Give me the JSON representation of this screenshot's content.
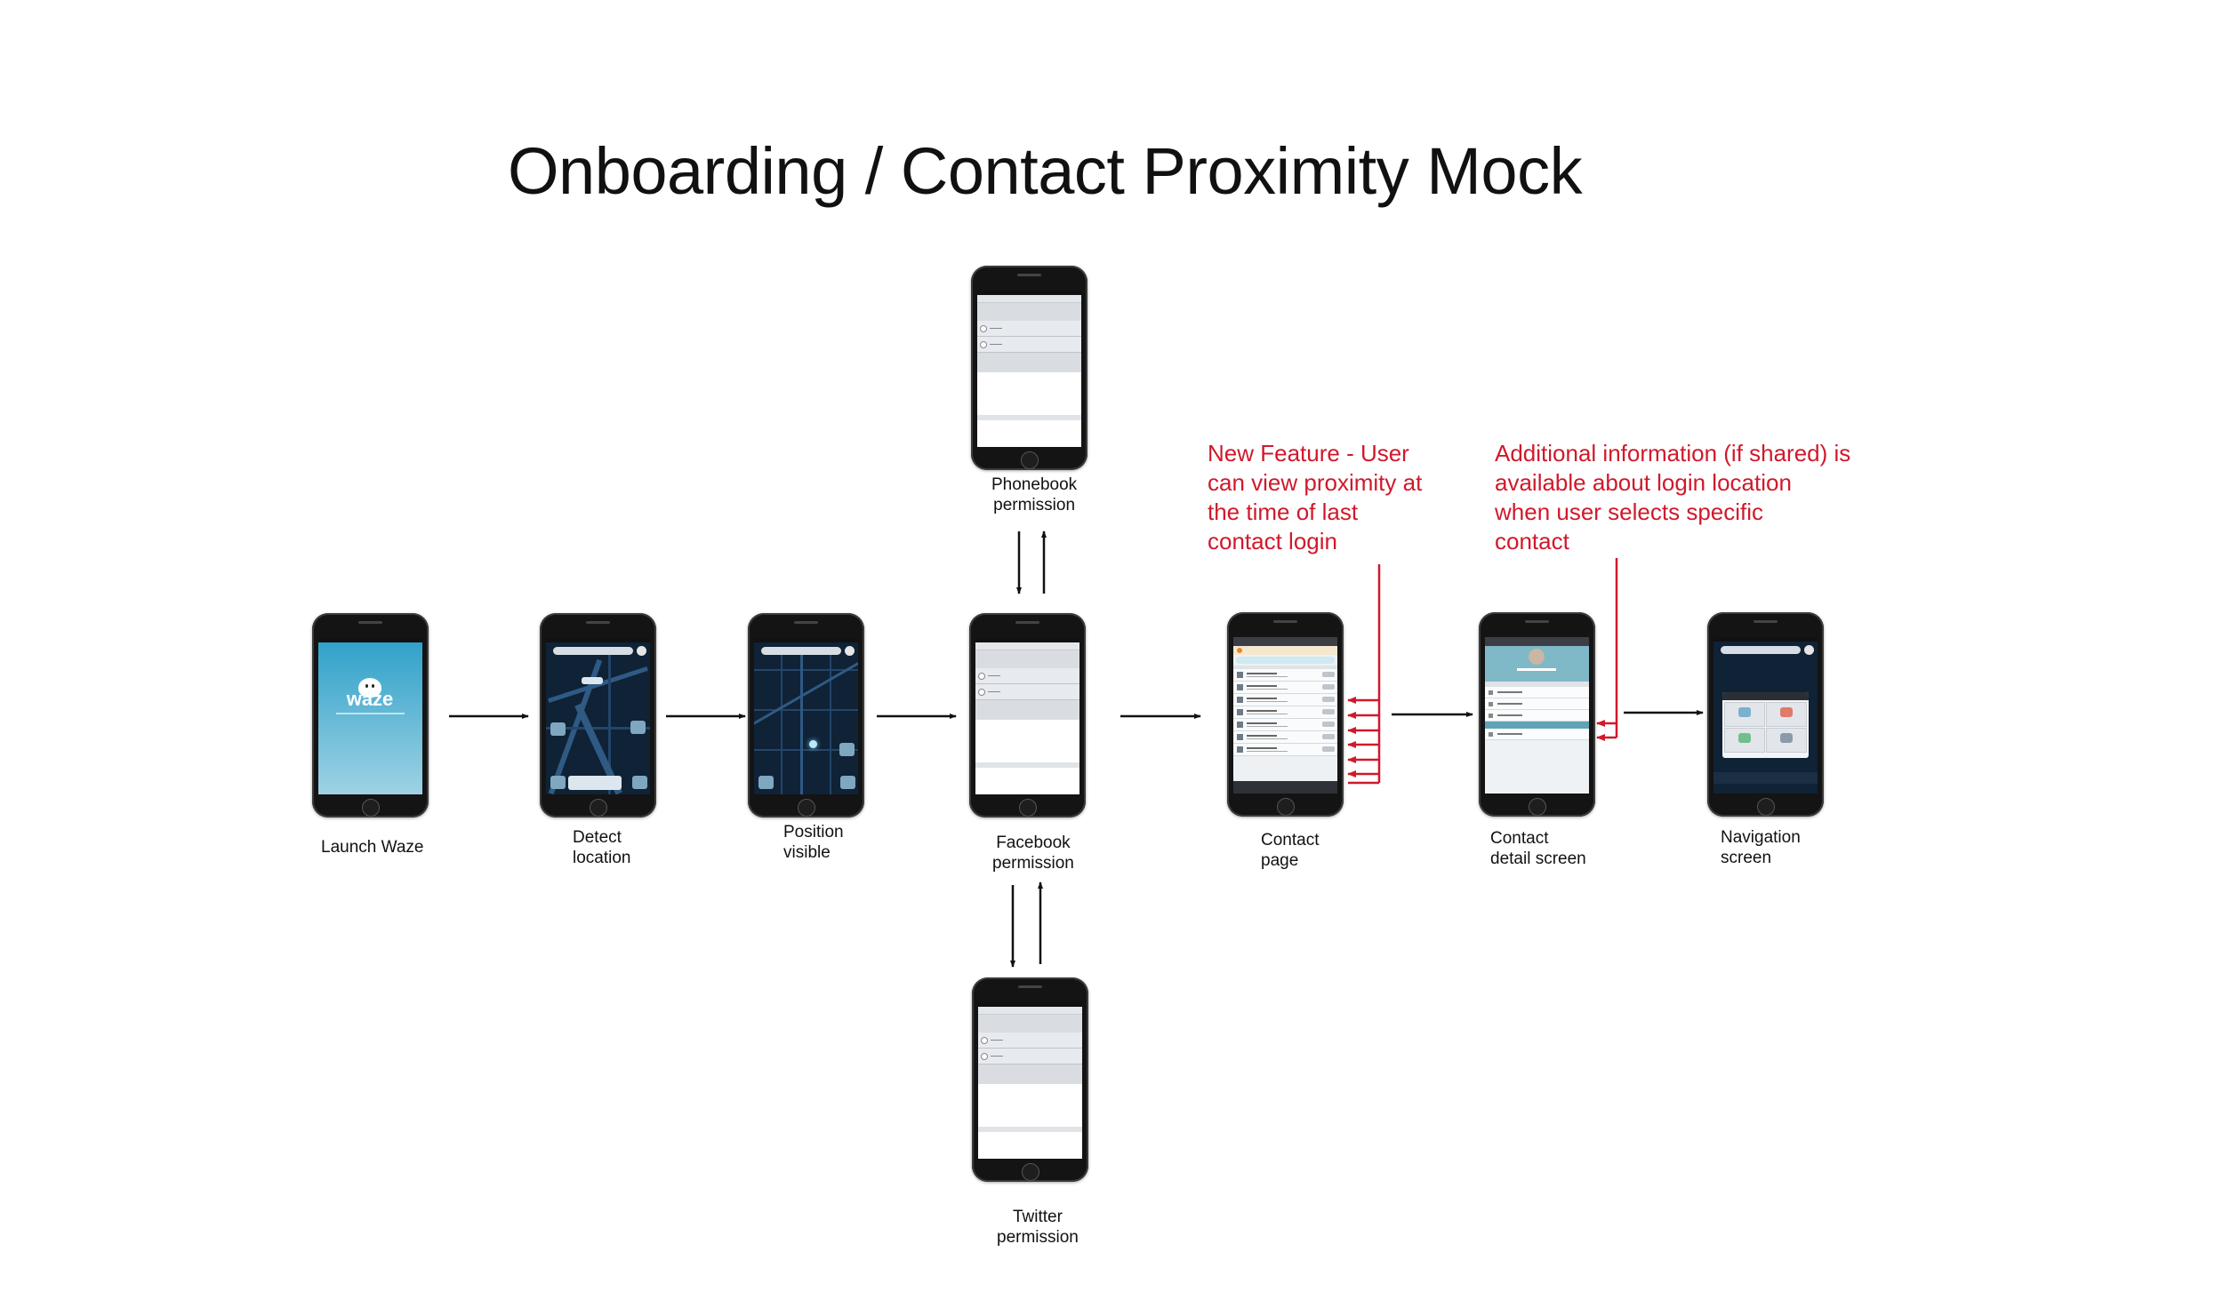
{
  "title": "Onboarding / Contact Proximity Mock",
  "steps": {
    "launch": "Launch Waze",
    "detect": "Detect\nlocation",
    "position": "Position\nvisible",
    "facebook": "Facebook\npermission",
    "phonebook": "Phonebook\npermission",
    "twitter": "Twitter\npermission",
    "contact_page": "Contact\npage",
    "contact_detail": "Contact\ndetail screen",
    "navigation": "Navigation\nscreen"
  },
  "annotations": {
    "new_feature": "New Feature - User\ncan view proximity at\nthe time of last\ncontact login",
    "additional_info": "Additional information (if shared) is\navailable about login location\nwhen user selects specific\ncontact"
  },
  "app_logo": "waze",
  "colors": {
    "annotation": "#d0192b",
    "arrow": "#111111",
    "waze_blue": "#2ea0c9"
  }
}
